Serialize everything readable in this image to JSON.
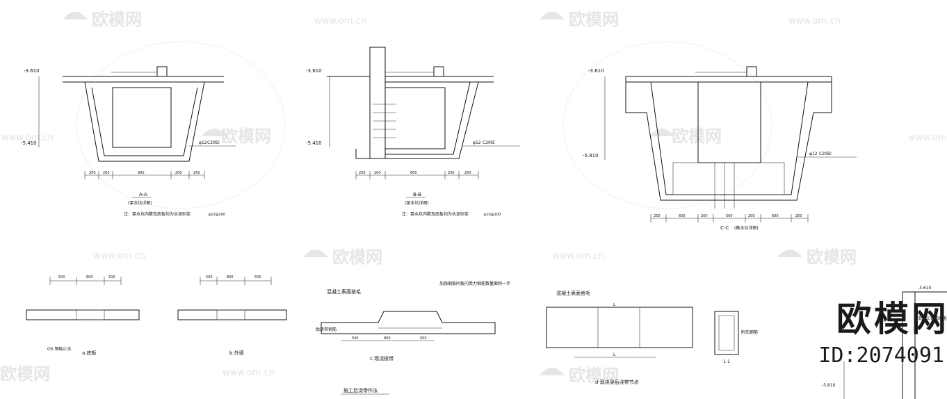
{
  "watermark": {
    "logo_text": "欧模网",
    "url_text": "www.om.cn"
  },
  "brand": {
    "name": "欧模网",
    "id_label": "ID:2074091"
  },
  "section_aa": {
    "title": "A-A",
    "subtitle": "(泵水坑详图)",
    "note": "注：泵水坑内壁及底板均为水泥砂浆",
    "note_code": "φ10@200",
    "elev_top": "-3.610",
    "elev_bottom": "-5.410",
    "bar_label": "φ12",
    "waterproof_label": "C20砼",
    "dims": [
      "250",
      "200",
      "900",
      "200",
      "250"
    ]
  },
  "section_bb": {
    "title": "B-B",
    "subtitle": "(泵水坑详图)",
    "note": "注：泵水坑内壁及底板均为水泥砂浆",
    "note_code": "φ10@200",
    "elev_top": "-3.610",
    "elev_bottom": "-5.410",
    "bar_label": "φ12",
    "waterproof_label": "C20砼",
    "dims": [
      "250",
      "200",
      "600",
      "200",
      "250"
    ]
  },
  "section_cc": {
    "title": "C-C",
    "subtitle": "(集水坑详图)",
    "elev_top": "-3.610",
    "elev_bottom": "-5.810",
    "bar_label": "φ12",
    "waterproof_label": "C20砼",
    "dims": [
      "250",
      "600",
      "200",
      "500",
      "200",
      "600",
      "250"
    ]
  },
  "detail_a": {
    "label": "a.底板",
    "caption": "OS 钢板止水",
    "dims": [
      "500",
      "800",
      "500"
    ]
  },
  "detail_b": {
    "label": "b.外墙",
    "dims": [
      "500",
      "800",
      "500"
    ]
  },
  "detail_c": {
    "label": "c  现浇板带",
    "left_note": "混凝土表面凿毛",
    "right_note": "加强钢筋同板内受力钢筋数量面积一半",
    "bottom_note": "后浇带钢筋",
    "dims": [
      "500",
      "800",
      "500"
    ]
  },
  "detail_d": {
    "label": "d  现浇梁后浇带节点",
    "top_note": "混凝土表面凿毛",
    "side_label": "附加钢筋",
    "section_mark": "1-1",
    "span_top": "L",
    "span_bottom": "L"
  },
  "bottom_title": "施工后浇带作法",
  "right_edge": {
    "elev_top": "-3.610",
    "elev_bottom": "-5.810",
    "note": "混凝土表面凿毛"
  }
}
